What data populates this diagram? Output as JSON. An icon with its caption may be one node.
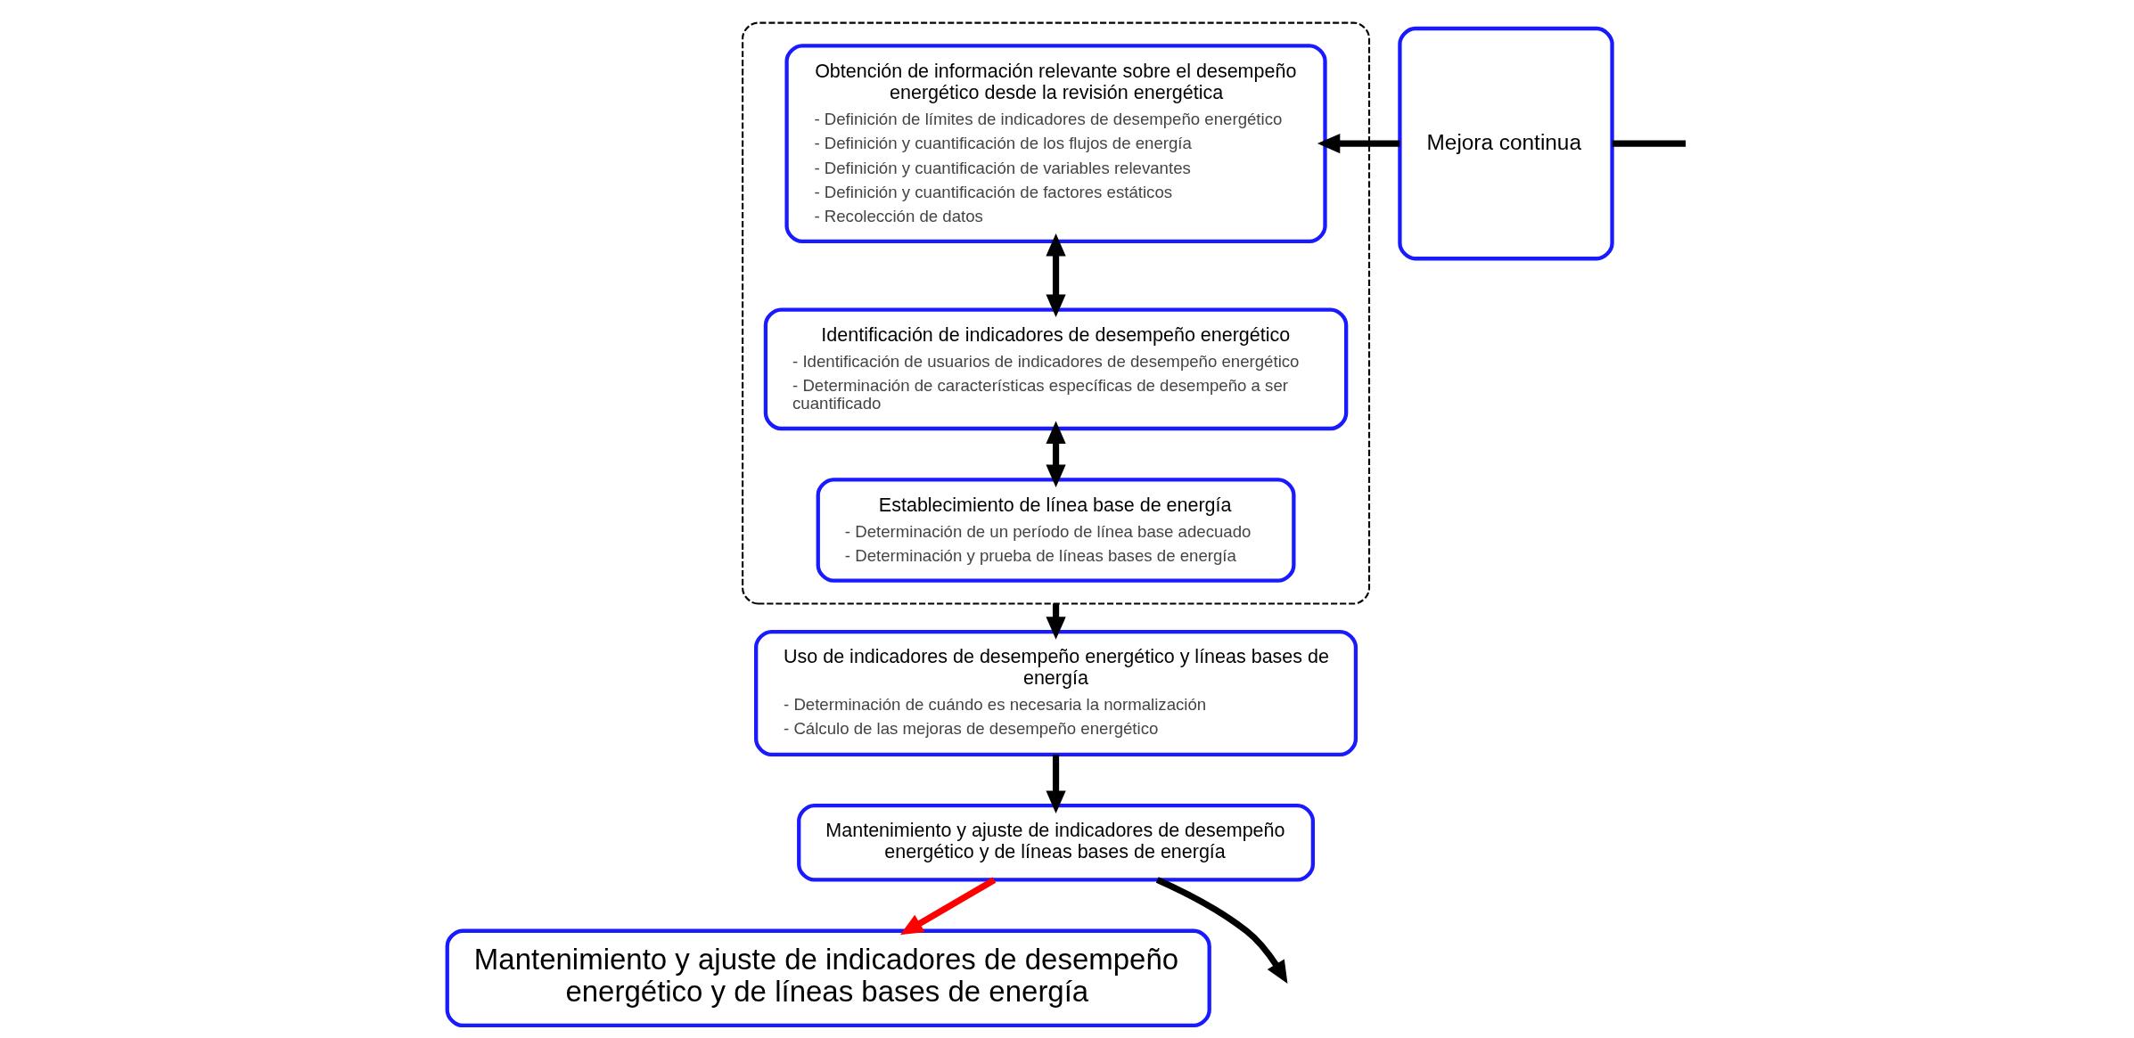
{
  "diagram": {
    "nodes": [
      {
        "text": [],
        "shape": "box"
      },
      {
        "text": [
          "Obtención de información relevante sobre el desempeño energético desde la revisión energética",
          "- Definición de límites de indicadores de desempeño energético",
          "- Definición y cuantificación de los flujos de energía",
          "- Definición y cuantificación de variables relevantes",
          "- Definición y cuantificación de factores estáticos",
          "- Recolección de datos"
        ],
        "in": 0
      },
      {
        "text": [
          "Identificación de indicadores de desempeño energético",
          "- Identificación de usuarios de indicadores de desempeño energético",
          "- Determinación de características específicas de desempeño a ser cuantificado"
        ],
        "in": 0
      },
      {
        "text": [
          "Establecimiento de línea base de energía",
          "- Determinación de un período de línea base adecuado",
          "- Determinación y prueba de líneas bases de energía"
        ],
        "in": 0
      },
      {
        "text": [
          "Uso de indicadores de desempeño energético y líneas bases de energía",
          "- Determinación de cuándo es necesaria la normalización",
          "- Cálculo de las mejoras de desempeño energético"
        ]
      },
      {
        "text": [
          "Mantenimiento y ajuste de indicadores de desempeño energético y de líneas bases de energía"
        ]
      },
      {
        "text": [
          "Mantenimiento y ajuste de indicadores de desempeño energético y de líneas bases de energía"
        ]
      },
      {
        "text": [
          "Mejora continua"
        ]
      }
    ],
    "edges": [
      {
        "from": 1,
        "to": 2,
        "arrow": "both"
      },
      {
        "from": 2,
        "to": 3,
        "arrow": "both"
      },
      {
        "from": 0,
        "to": 4,
        "arrow": "to"
      },
      {
        "from": 4,
        "to": 5,
        "arrow": "to"
      },
      {
        "from": 5,
        "to": null,
        "arrow": "to"
      },
      {
        "from": 5,
        "to": 6,
        "arrow": "to",
        "color": "#ff0000"
      },
      {
        "from": null,
        "to": 7,
        "arrow": "none"
      },
      {
        "from": 7,
        "to": 1,
        "arrow": "to"
      }
    ]
  }
}
